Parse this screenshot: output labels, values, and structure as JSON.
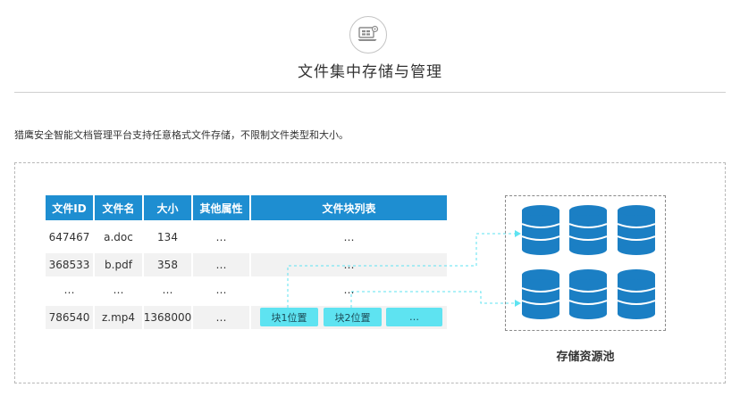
{
  "header": {
    "icon": "laptop-settings-icon",
    "title": "文件集中存储与管理"
  },
  "description": "猎鹰安全智能文档管理平台支持任意格式文件存储，不限制文件类型和大小。",
  "table": {
    "headers": [
      "文件ID",
      "文件名",
      "大小",
      "其他属性",
      "文件块列表"
    ],
    "rows": [
      [
        "647467",
        "a.doc",
        "134",
        "…",
        "…"
      ],
      [
        "368533",
        "b.pdf",
        "358",
        "…",
        "…"
      ],
      [
        "…",
        "…",
        "…",
        "…",
        "…"
      ],
      [
        "786540",
        "z.mp4",
        "1368000",
        "…",
        ""
      ]
    ],
    "block_list": [
      "块1位置",
      "块2位置",
      "…"
    ]
  },
  "storage_pool": {
    "label": "存储资源池",
    "icon": "database-icon",
    "count": 6
  },
  "colors": {
    "header_bg": "#1e8ed1",
    "block_bg": "#5ee3f1",
    "database": "#1b7fc4",
    "connector": "#5ee3f1"
  }
}
